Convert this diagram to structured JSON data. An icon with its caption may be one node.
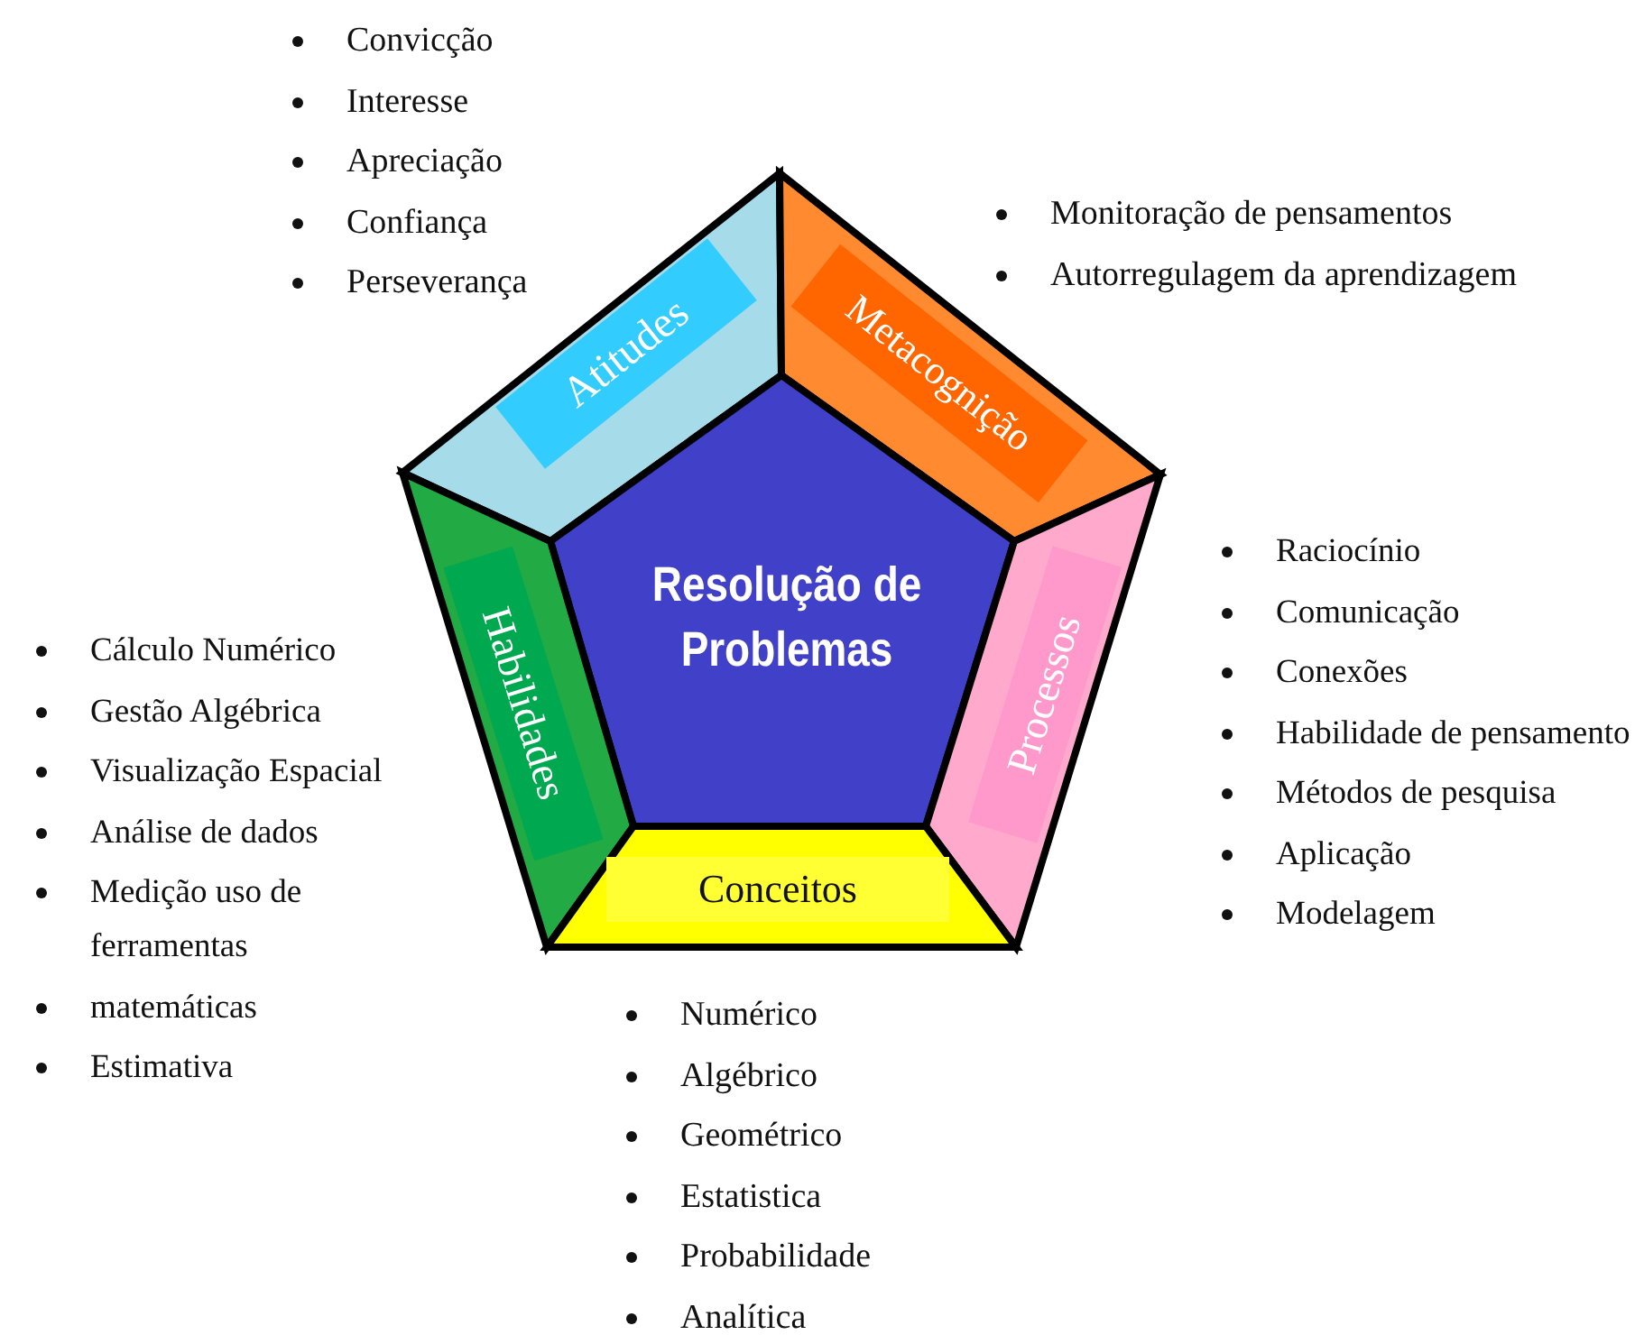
{
  "diagram": {
    "nodes": [
      {
        "text": [
          "Atitudes"
        ],
        "beside": [
          "Convicção",
          "Interesse",
          "Apreciação",
          "Confiança",
          "Perseverança"
        ]
      },
      {
        "text": [
          "Metacognição"
        ],
        "beside": [
          "Monitoração de pensamentos",
          "Autorregulagem da aprendizagem"
        ]
      },
      {
        "text": [
          "Resolução de Problemas"
        ]
      },
      {
        "text": [
          "Habilidades"
        ],
        "beside": [
          "Cálculo Numérico",
          "Gestão Algébrica",
          "Visualização Espacial",
          "Análise de dados",
          "Medição uso de ferramentas",
          "matemáticas",
          "Estimativa"
        ]
      },
      {
        "text": [
          "Processos"
        ],
        "beside": [
          "Raciocínio",
          "Comunicação",
          "Conexões",
          "Habilidade de pensamento",
          "Métodos de pesquisa",
          "Aplicação",
          "Modelagem"
        ]
      },
      {
        "text": [
          "Conceitos"
        ],
        "beside": [
          "Numérico",
          "Algébrico",
          "Geométrico",
          "Estatistica",
          "Probabilidade",
          "Analítica"
        ]
      }
    ]
  }
}
